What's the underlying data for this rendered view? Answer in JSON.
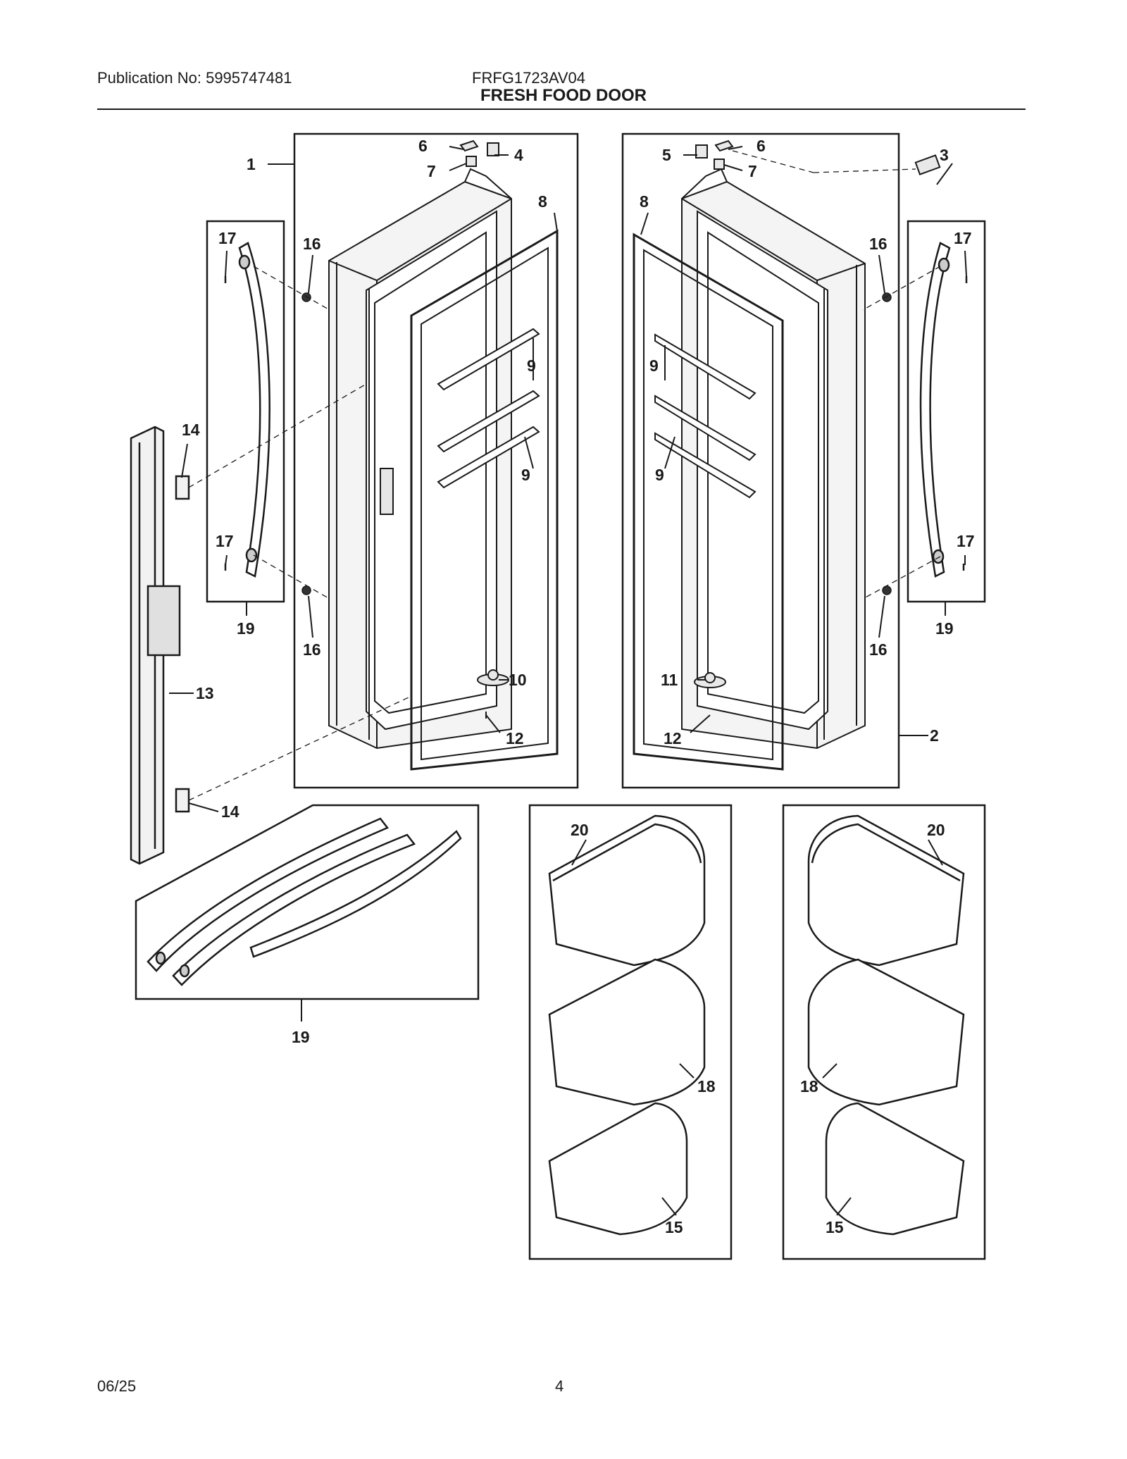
{
  "header": {
    "publication": "Publication No: 5995747481",
    "model": "FRFG1723AV04",
    "title": "FRESH FOOD DOOR"
  },
  "footer": {
    "date": "06/25",
    "page": "4"
  },
  "callouts": {
    "c1": "1",
    "c2": "2",
    "c3": "3",
    "c4": "4",
    "c5": "5",
    "c6": "6",
    "c7": "7",
    "c8": "8",
    "c9": "9",
    "c10": "10",
    "c11": "11",
    "c12": "12",
    "c13": "13",
    "c14": "14",
    "c15": "15",
    "c16": "16",
    "c17": "17",
    "c18": "18",
    "c19": "19",
    "c20": "20"
  }
}
